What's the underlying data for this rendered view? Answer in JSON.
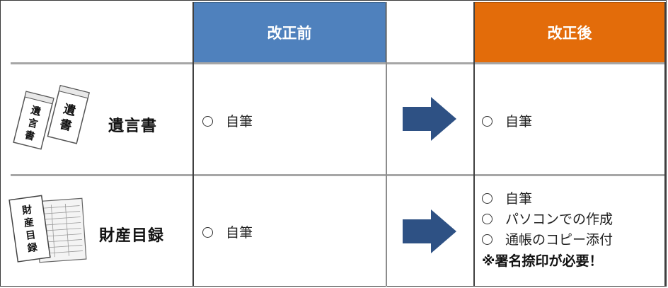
{
  "header": {
    "before": "改正前",
    "after": "改正後"
  },
  "rows": [
    {
      "label": "遺言書",
      "before": "○　自筆",
      "after": [
        "自筆"
      ],
      "icon": "will-envelopes-icon",
      "icon_text": [
        "遺言書",
        "遺書"
      ]
    },
    {
      "label": "財産目録",
      "before": "○　自筆",
      "after": [
        "自筆",
        "パソコンでの作成",
        "通帳のコピー添付"
      ],
      "after_note": "※署名捺印が必要！",
      "icon": "asset-list-documents-icon",
      "icon_text": "財産目録"
    }
  ],
  "colors": {
    "before_header": "#4f81bd",
    "after_header": "#e36c0a",
    "arrow": "#2e5184"
  }
}
